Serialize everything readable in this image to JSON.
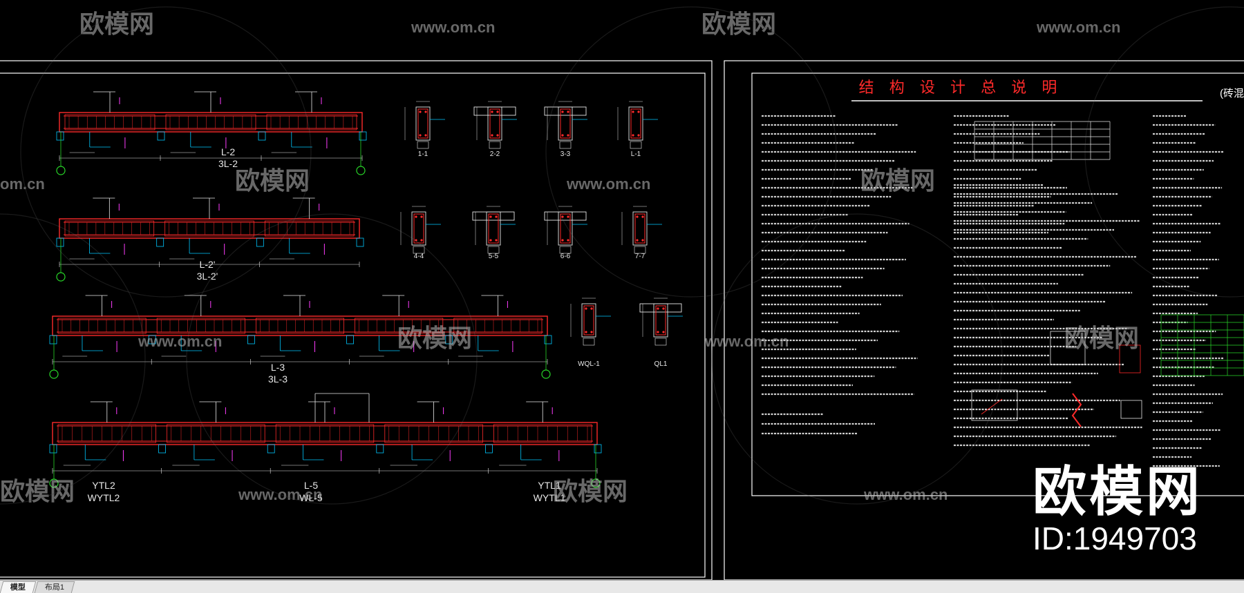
{
  "watermark": {
    "brand": "欧模网",
    "site": "www.om.cn",
    "site_short": "om.cn",
    "id_label": "ID:1949703"
  },
  "tabs": [
    {
      "label": "模型",
      "active": true
    },
    {
      "label": "布局1",
      "active": false
    }
  ],
  "sheet_right": {
    "title": "结 构 设 计 总 说 明",
    "subtitle": "(砖混结"
  },
  "beams": [
    {
      "label": "L-2",
      "sub": "3L-2"
    },
    {
      "label": "L-2'",
      "sub": "3L-2'"
    },
    {
      "label": "L-3",
      "sub": "3L-3"
    },
    {
      "label": "L-5",
      "sub": "WL-5",
      "left": "YTL2",
      "left_sub": "WYTL2",
      "right": "YTL1",
      "right_sub": "WYTL1"
    }
  ],
  "sections": [
    "1-1",
    "2-2",
    "3-3",
    "L-1",
    "4-4",
    "5-5",
    "6-6",
    "7-7",
    "WQL-1",
    "QL1"
  ],
  "colors": {
    "beam": "#ff2a2a",
    "cyan": "#00c8ff",
    "green": "#28d828",
    "magenta": "#ff3cff",
    "white": "#e8e8e8",
    "frame": "#ffffff"
  }
}
